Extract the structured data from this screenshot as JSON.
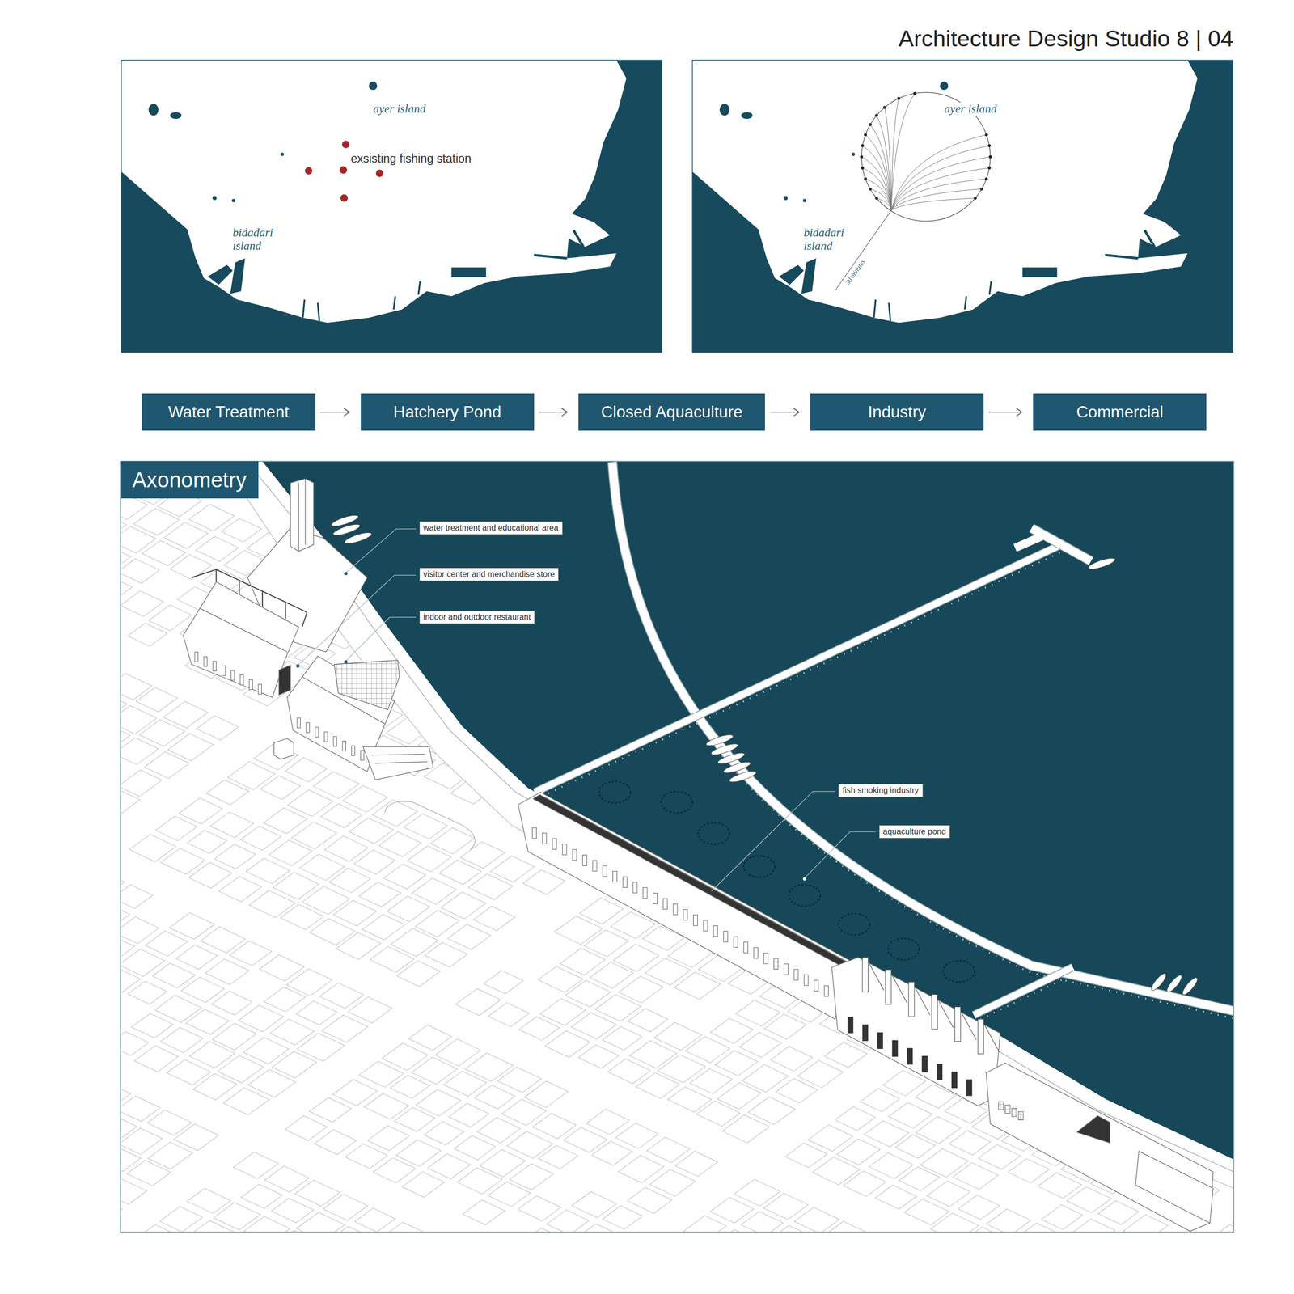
{
  "diagram": {
    "title": "Architecture Design Studio 8 | 04",
    "nodes": [
      {
        "text": [
          "Water Treatment"
        ]
      },
      {
        "text": [
          "Hatchery Pond"
        ]
      },
      {
        "text": [
          "Closed Aquaculture"
        ]
      },
      {
        "text": [
          "Industry"
        ]
      },
      {
        "text": [
          "Commercial"
        ]
      },
      {
        "text": [
          "Axonometry"
        ]
      },
      {
        "text": [
          "water treatment and educational area"
        ]
      },
      {
        "text": [
          "visitor center and merchandise store"
        ]
      },
      {
        "text": [
          "indoor and outdoor restaurant"
        ]
      },
      {
        "text": [
          "fish smoking industry"
        ]
      },
      {
        "text": [
          "aquaculture pond"
        ]
      }
    ],
    "edges": [
      {
        "from": 0,
        "to": 1,
        "arrow": "to"
      },
      {
        "from": 1,
        "to": 2,
        "arrow": "to"
      },
      {
        "from": 2,
        "to": 3,
        "arrow": "to"
      },
      {
        "from": 3,
        "to": 4,
        "arrow": "to"
      }
    ],
    "labels": [
      "ayer island",
      "exsisting fishing station",
      "bidadari island",
      "ayer island",
      "bidadari island",
      "30 minutes"
    ]
  }
}
